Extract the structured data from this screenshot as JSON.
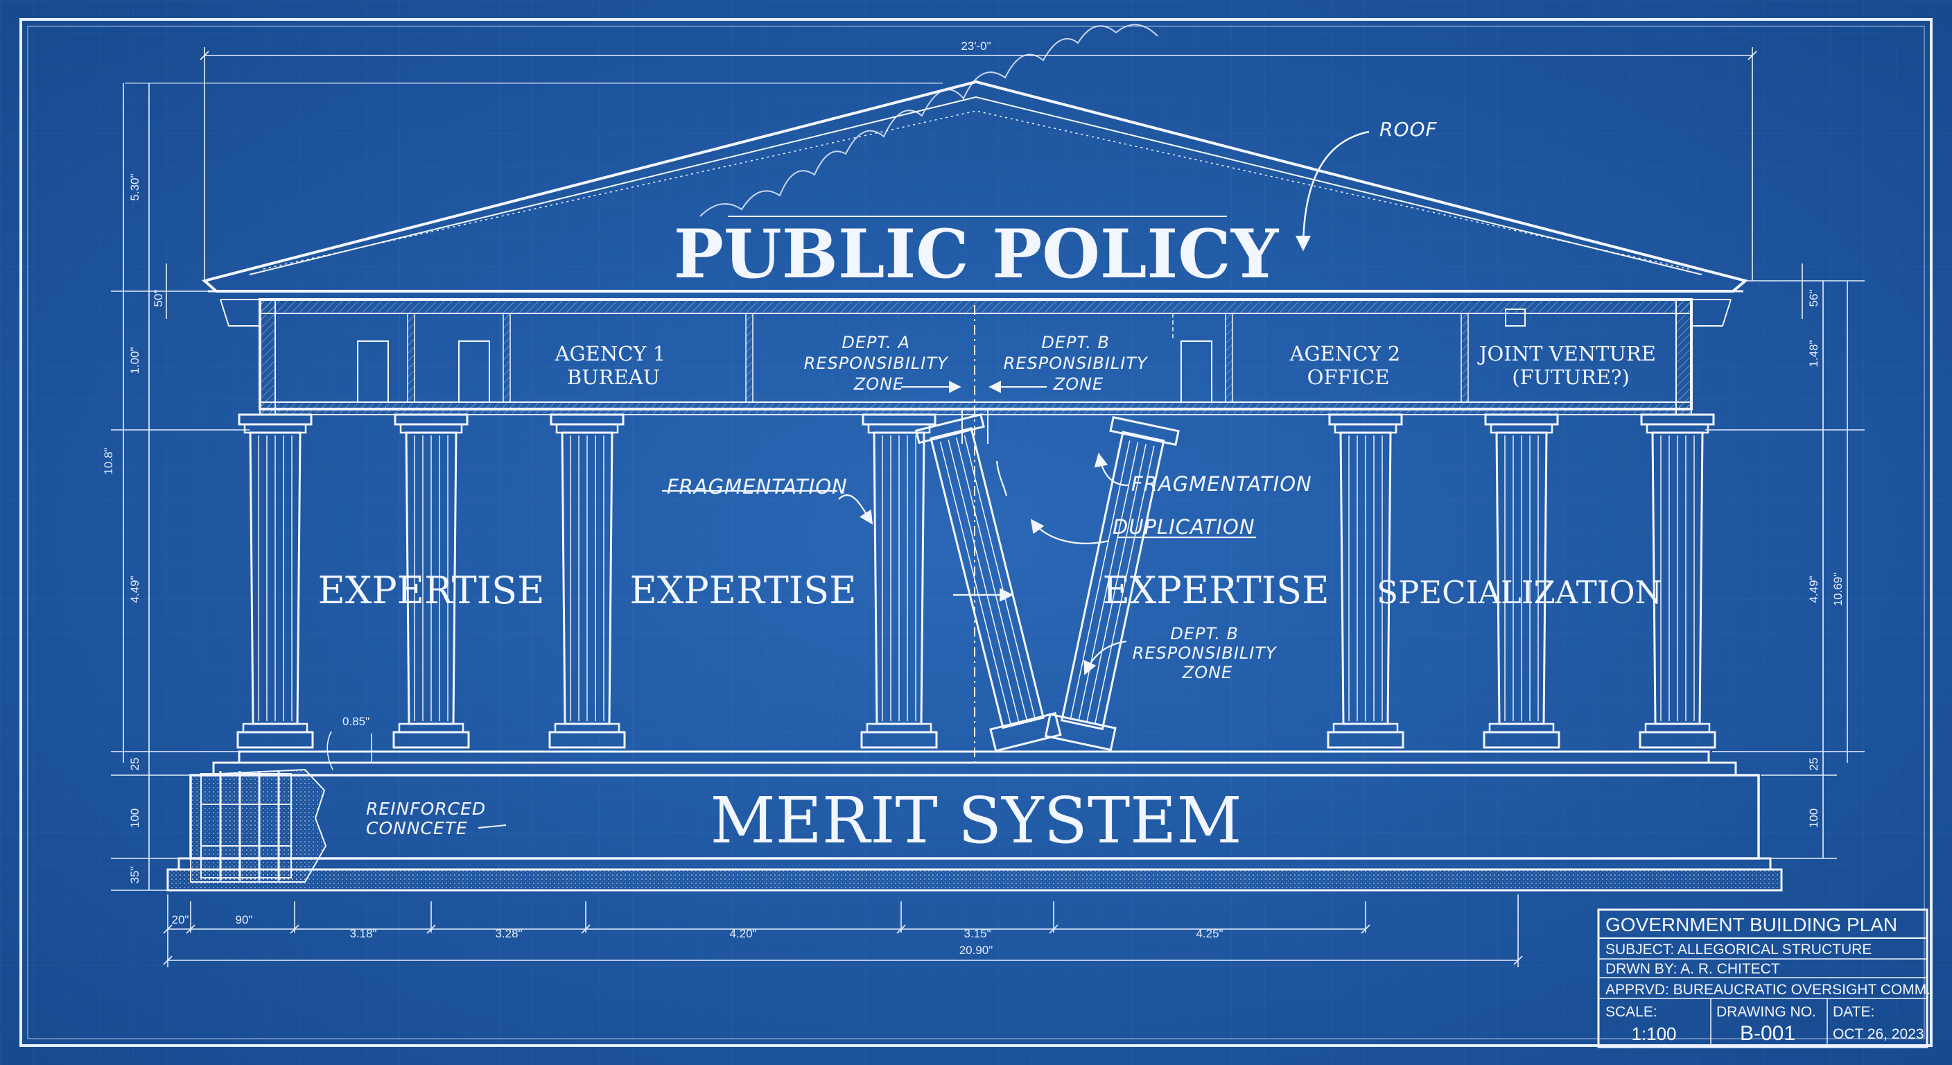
{
  "roof": {
    "title": "PUBLIC POLICY",
    "label": "ROOF"
  },
  "foundation": {
    "title": "MERIT SYSTEM",
    "material": [
      "REINFORCED",
      "CONNCETE"
    ]
  },
  "rooms": [
    {
      "lines": [
        "AGENCY 1",
        "BUREAU"
      ]
    },
    {
      "lines": [
        "DEPT. A",
        "RESPONSIBILITY",
        "ZONE"
      ]
    },
    {
      "lines": [
        "DEPT. B",
        "RESPONSIBILITY",
        "ZONE"
      ]
    },
    {
      "lines": [
        "AGENCY 2",
        "OFFICE"
      ]
    },
    {
      "lines": [
        "JOINT VENTURE",
        "(FUTURE?)"
      ]
    }
  ],
  "bays": [
    "EXPERTISE",
    "EXPERTISE",
    "EXPERTISE",
    "SPECIALIZATION"
  ],
  "notes": {
    "fragmentation": "FRAGMENTATION",
    "duplication": "DUPLICATION",
    "dept_b_zone": [
      "DEPT. B",
      "RESPONSIBILITY",
      "ZONE"
    ]
  },
  "dimensions": {
    "overall_top": "23'-0\"",
    "left": [
      "5.30\"",
      "50\"",
      "1.00\"",
      "10.8\"",
      "4.49\"",
      "25",
      "100",
      "35\""
    ],
    "right": [
      "56\"",
      "1.48\"",
      "4.49\"",
      "10.69\"",
      "25",
      "100"
    ],
    "bottom": [
      "20\"",
      "90\"",
      "3.18\"",
      "3.28\"",
      "4.20\"",
      "3.15\"",
      "4.25\""
    ],
    "overall_bottom": "20.90\"",
    "detail": "0.85\""
  },
  "title_block": {
    "heading": "GOVERNMENT BUILDING PLAN",
    "subject": "SUBJECT:  ALLEGORICAL STRUCTURE",
    "drawn": "DRWN BY: A. R. CHITECT",
    "approved": "APPRVD:  BUREAUCRATIC OVERSIGHT COMM.",
    "scale_label": "SCALE:",
    "scale": "1:100",
    "drawing_label": "DRAWING NO.",
    "drawing": "B-001",
    "date_label": "DATE:",
    "date": "OCT 26, 2023"
  },
  "colors": {
    "paper": "#1f5aa6",
    "ink": "#f2f6ff"
  }
}
